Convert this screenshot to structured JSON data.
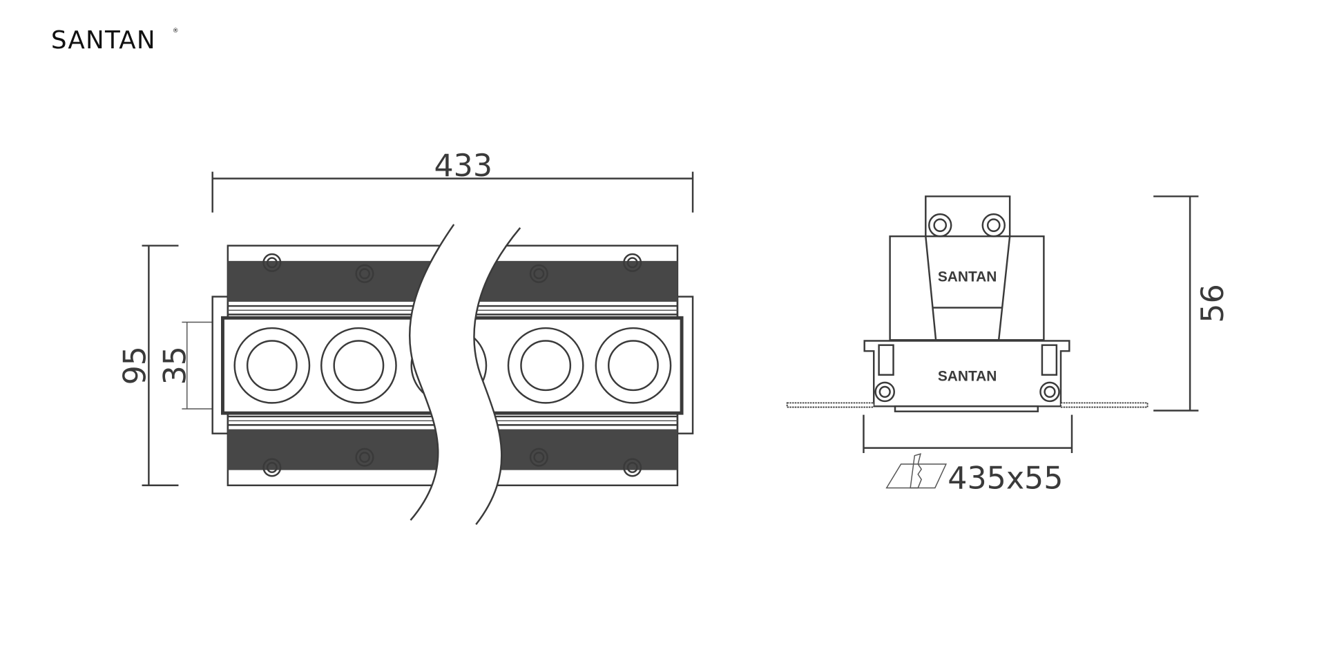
{
  "brand": {
    "logo_text": "SANTAN",
    "registered_mark": "®"
  },
  "front_view": {
    "width_label": "433",
    "height_label": "95",
    "optic_height_label": "35",
    "lens_count_visible": 5
  },
  "side_view": {
    "depth_label": "56",
    "cutout_label": "435x55",
    "bracket_engraving": "SANTAN",
    "body_engraving": "SANTAN"
  },
  "colors": {
    "line": "#3a3a3a",
    "band": "#474747",
    "background": "#ffffff"
  }
}
